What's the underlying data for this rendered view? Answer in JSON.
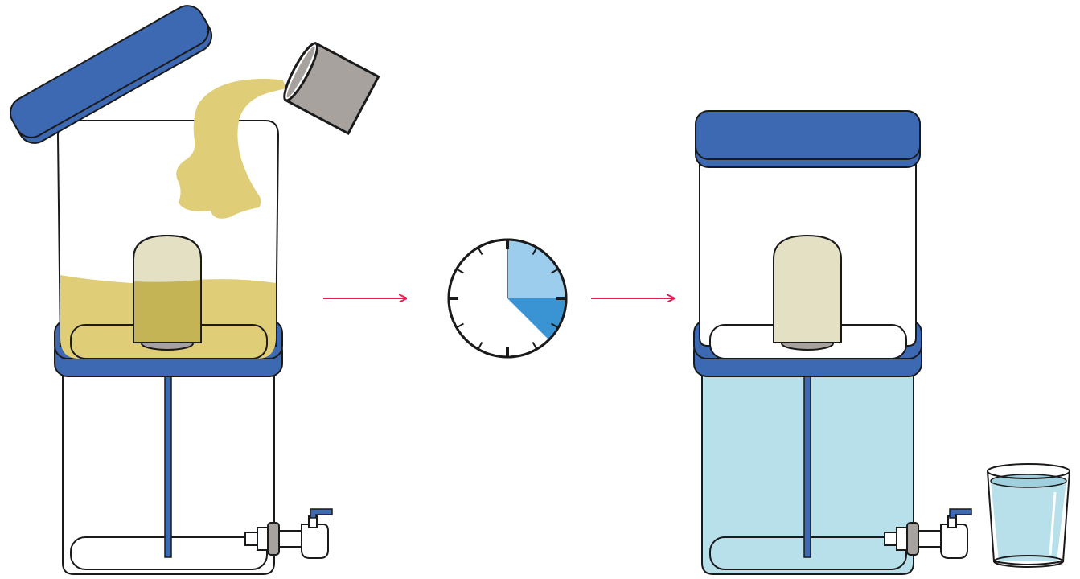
{
  "diagram": {
    "steps": [
      {
        "id": "pour-dirty-water",
        "state": "before"
      },
      {
        "id": "wait",
        "state": "timer"
      },
      {
        "id": "clean-water",
        "state": "after"
      }
    ],
    "timer": {
      "elapsed_fraction": 0.375
    },
    "colors": {
      "lid_blue": "#3d68b2",
      "lid_dark": "#27468a",
      "dirty_water": "#dfcd77",
      "ceramic_filter": "#e4e0c4",
      "filter_dark": "#c4b455",
      "clean_water": "#b7e0ea",
      "can_gray": "#a8a29e",
      "arrow_red": "#e52054",
      "clock_light_blue": "#9ccdec",
      "clock_dark_blue": "#3a93d2",
      "outline": "#1a1a1a"
    }
  }
}
